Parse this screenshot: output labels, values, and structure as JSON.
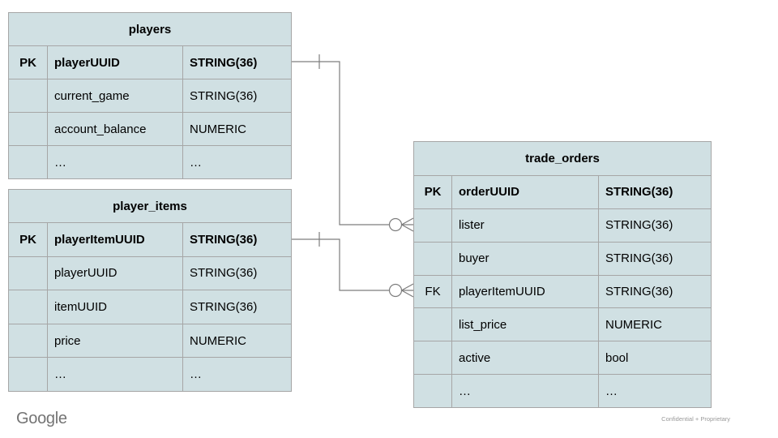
{
  "colors": {
    "table_fill": "#d0e0e3",
    "table_border": "#a6a6a6",
    "connector_stroke": "#7d7d7d",
    "text": "#000000",
    "footer_gray": "#747474"
  },
  "tables": {
    "players": {
      "title": "players",
      "rows": [
        {
          "key": "PK",
          "field": "playerUUID",
          "type": "STRING(36)"
        },
        {
          "key": "",
          "field": "current_game",
          "type": "STRING(36)"
        },
        {
          "key": "",
          "field": "account_balance",
          "type": "NUMERIC"
        },
        {
          "key": "",
          "field": "…",
          "type": "…"
        }
      ]
    },
    "player_items": {
      "title": "player_items",
      "rows": [
        {
          "key": "PK",
          "field": "playerItemUUID",
          "type": "STRING(36)"
        },
        {
          "key": "",
          "field": "playerUUID",
          "type": "STRING(36)"
        },
        {
          "key": "",
          "field": "itemUUID",
          "type": "STRING(36)"
        },
        {
          "key": "",
          "field": "price",
          "type": "NUMERIC"
        },
        {
          "key": "",
          "field": "…",
          "type": "…"
        }
      ]
    },
    "trade_orders": {
      "title": "trade_orders",
      "rows": [
        {
          "key": "PK",
          "field": "orderUUID",
          "type": "STRING(36)"
        },
        {
          "key": "",
          "field": "lister",
          "type": "STRING(36)"
        },
        {
          "key": "",
          "field": "buyer",
          "type": "STRING(36)"
        },
        {
          "key": "FK",
          "field": "playerItemUUID",
          "type": "STRING(36)"
        },
        {
          "key": "",
          "field": "list_price",
          "type": "NUMERIC"
        },
        {
          "key": "",
          "field": "active",
          "type": "bool"
        },
        {
          "key": "",
          "field": "…",
          "type": "…"
        }
      ]
    }
  },
  "relationships": [
    {
      "from_table": "players",
      "from_row": "playerUUID",
      "from_cardinality": "one",
      "to_table": "trade_orders",
      "to_row": "lister",
      "to_cardinality": "zero-or-many"
    },
    {
      "from_table": "player_items",
      "from_row": "playerItemUUID",
      "from_cardinality": "one",
      "to_table": "trade_orders",
      "to_row": "playerItemUUID",
      "to_cardinality": "zero-or-many"
    }
  ],
  "footer": {
    "logo": "Google",
    "note": "Confidential + Proprietary"
  }
}
